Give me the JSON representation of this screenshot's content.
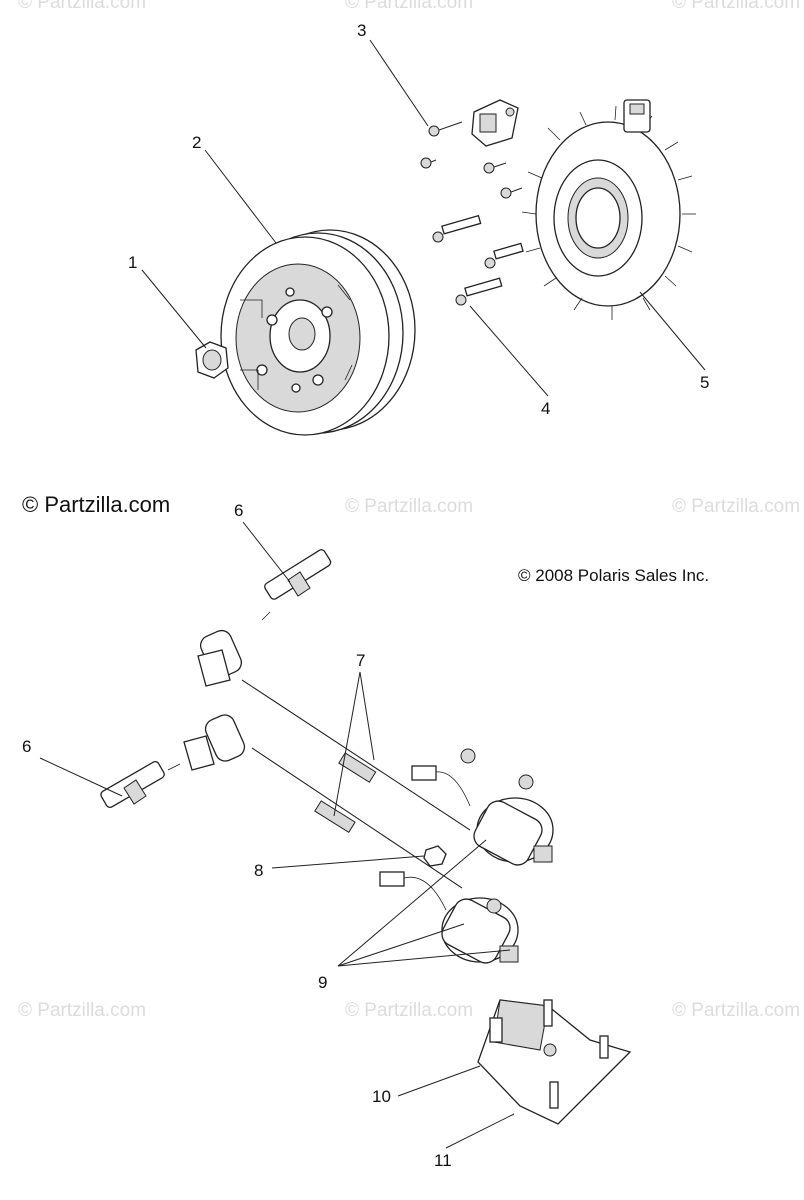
{
  "watermarks": {
    "text": "© Partzilla.com"
  },
  "main_watermark": "© Partzilla.com",
  "copyright": "© 2008 Polaris Sales Inc.",
  "callouts": {
    "c1": "1",
    "c2": "2",
    "c3": "3",
    "c4": "4",
    "c5": "5",
    "c6a": "6",
    "c6b": "6",
    "c7": "7",
    "c8": "8",
    "c9": "9",
    "c10": "10",
    "c11": "11"
  }
}
